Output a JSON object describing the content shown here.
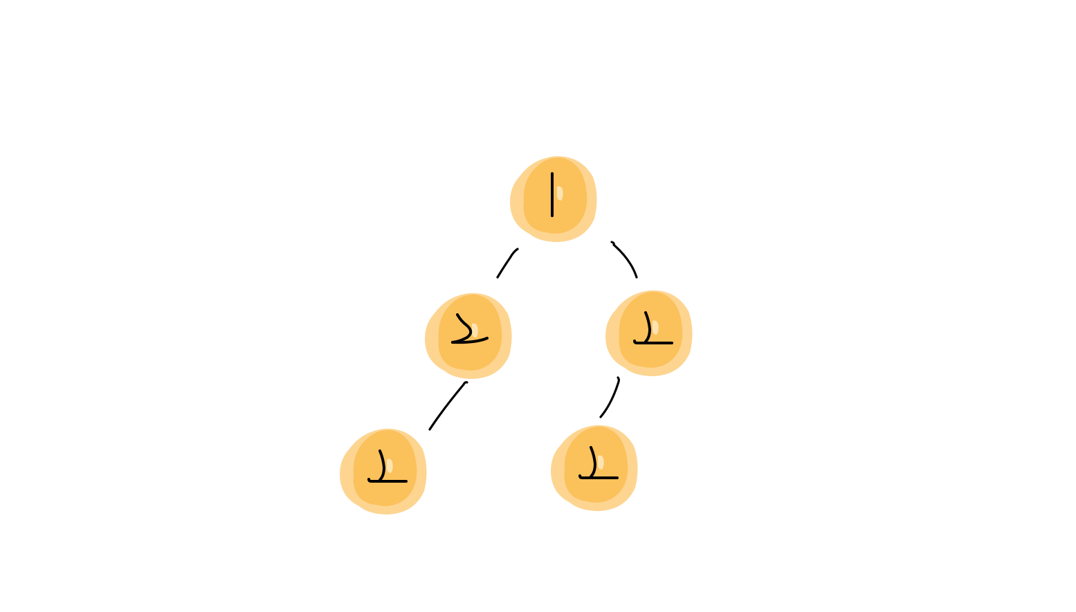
{
  "diagram": {
    "type": "tree",
    "colors": {
      "background": "#ffffff",
      "node_outer": "#fdd591",
      "node_inner": "#fbc15b",
      "node_highlight": "#fde3b0",
      "edge": "#000000",
      "glyph": "#000000"
    },
    "nodes": [
      {
        "id": "root",
        "label": "1",
        "glyph_style": "one",
        "parent": null
      },
      {
        "id": "left",
        "label": "2",
        "glyph_style": "two-curly",
        "parent": "root"
      },
      {
        "id": "right",
        "label": "2",
        "glyph_style": "two-plain",
        "parent": "root"
      },
      {
        "id": "left-left",
        "label": "2",
        "glyph_style": "two-plain",
        "parent": "left"
      },
      {
        "id": "right-left",
        "label": "2",
        "glyph_style": "two-plain",
        "parent": "right"
      }
    ],
    "edges": [
      {
        "from": "root",
        "to": "left"
      },
      {
        "from": "root",
        "to": "right"
      },
      {
        "from": "left",
        "to": "left-left"
      },
      {
        "from": "right",
        "to": "right-left"
      }
    ]
  }
}
